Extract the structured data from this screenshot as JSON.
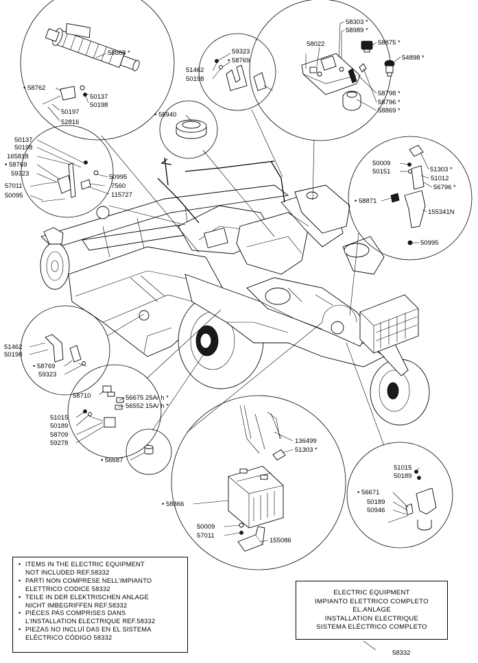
{
  "callouts": {
    "c58868": "58868 *",
    "c58762": "• 58762",
    "c50137a": "50137",
    "c50198a": "50198",
    "c50197": "50197",
    "c52816": "52816",
    "c59323a": "59323",
    "c58769a": "• 58769",
    "c51462a": "51462",
    "c50198b": "50198",
    "c58303": "58303 *",
    "c58989": "58989 *",
    "c58022": "58022",
    "c58875": "58875 *",
    "c54898": "54898 *",
    "c58798": "58798 *",
    "c58796": "58796 *",
    "c58869": "58869 *",
    "c58940": "• 58940",
    "c50137b": "50137",
    "c50198c": "50198",
    "c165818": "165818",
    "c58769b": "• 58769",
    "c59323b": "59323",
    "c57011a": "57011",
    "c50095": "50095",
    "c50995a": "50995",
    "c7560": "7560",
    "c115727": "115727",
    "c50009a": "50009",
    "c50151": "50151",
    "c51303a": "51303 *",
    "c51012": "51012",
    "c56796": "56796 *",
    "c58871": "• 58871",
    "c155341n": "155341N",
    "c50995b": "50995",
    "c51462b": "51462",
    "c50198d": "50198",
    "c58769c": "• 58769",
    "c59323c": "59323",
    "c58710": "58710",
    "c56675": "56675 25A/ h *",
    "c56552": "56552 15A/ h *",
    "c51015a": "51015",
    "c50189a": "50189",
    "c58709": "58709",
    "c59278": "59278",
    "c56687": "• 56687",
    "c136499": "136499",
    "c51303b": "51303 *",
    "c58866": "• 58866",
    "c50009b": "50009",
    "c57011b": "57011",
    "c155086": "155086",
    "c51015b": "51015",
    "c50189b": "50189",
    "c56671": "• 56671",
    "c50189c": "50189",
    "c50946": "50946"
  },
  "notes": [
    {
      "bullet": "•",
      "lines": [
        "ITEMS IN THE ELECTRIC EQUIPMENT",
        "NOT INCLUDED REF.58332"
      ]
    },
    {
      "bullet": "•",
      "lines": [
        "PARTI NON COMPRESE NELL'IMPIANTO",
        "ELETTRICO CODICE 58332"
      ]
    },
    {
      "bullet": "•",
      "lines": [
        "TEILE IN DER ELEKTRISCHEN ANLAGE",
        "NICHT IMBEGRIFFEN REF.58332"
      ]
    },
    {
      "bullet": "•",
      "lines": [
        "PIÈCES PAS COMPRISES DANS",
        "L'INSTALLATION ELECTRIQUE REF.58332"
      ]
    },
    {
      "bullet": "•",
      "lines": [
        "PIEZAS NO INCLUÍ DAS EN EL SISTEMA",
        "ELÉCTRICO CÓDIGO 58332"
      ]
    }
  ],
  "title_lines": [
    "ELECTRIC EQUIPMENT",
    "IMPIANTO ELETTRICO COMPLETO",
    "EL.ANLAGE",
    "INSTALLATION ELECTRIQUE",
    "SISTEMA ELÉCTRICO COMPLETO"
  ],
  "assembly_code": "58332"
}
